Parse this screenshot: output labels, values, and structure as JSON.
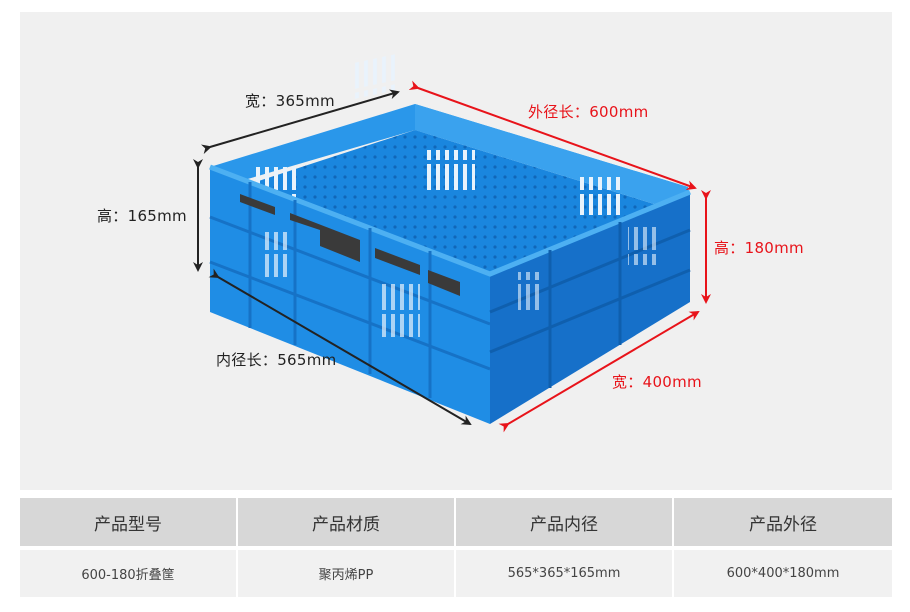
{
  "product_image": {
    "subject": "blue folding plastic crate",
    "colors": {
      "background": "#f0f0f0",
      "crate_blue": "#1e8fe6",
      "crate_dark_blue": "#1670c9",
      "handle_dark": "#3a3a3a",
      "arrow_black": "#222222",
      "arrow_red": "#e8131a"
    },
    "dimensions": {
      "inner_width": "宽：365mm",
      "inner_height": "高：165mm",
      "inner_length": "内径长：565mm",
      "outer_length": "外径长：600mm",
      "outer_height": "高：180mm",
      "outer_width": "宽：400mm"
    }
  },
  "spec_table": {
    "headers": [
      "产品型号",
      "产品材质",
      "产品内径",
      "产品外径"
    ],
    "rows": [
      [
        "600-180折叠筐",
        "聚丙烯PP",
        "565*365*165mm",
        "600*400*180mm"
      ]
    ]
  }
}
